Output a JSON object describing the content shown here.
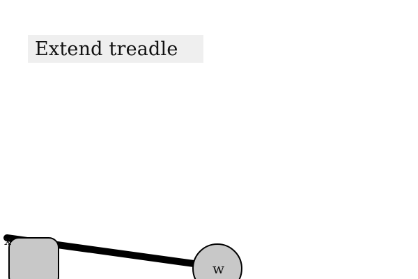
{
  "title": "Extend treadle",
  "nodes": {
    "left": {
      "label": "x"
    },
    "right": {
      "label": "w"
    }
  },
  "colors": {
    "title_bg": "#efefef",
    "node_fill": "#c8c8c8",
    "stroke": "#000000"
  }
}
